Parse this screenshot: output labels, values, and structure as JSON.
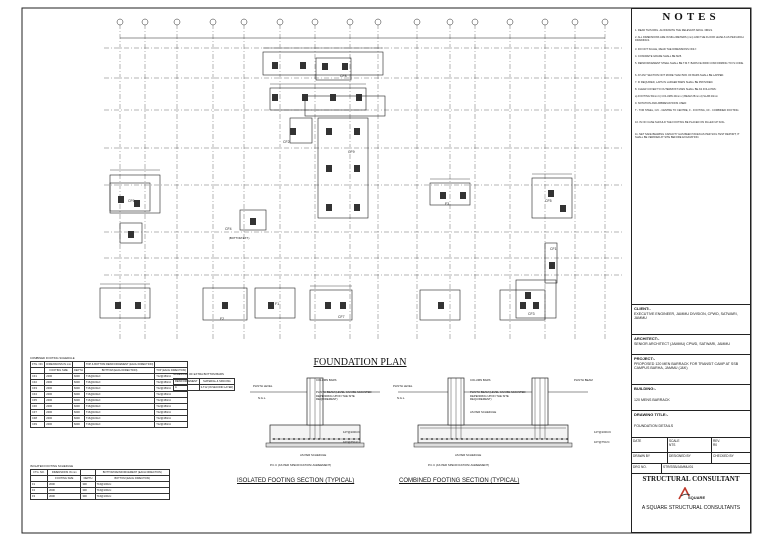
{
  "drawing": {
    "plan_title": "FOUNDATION PLAN",
    "isolated_section_title": "ISOLATED FOOTING SECTION (TYPICAL)",
    "combined_section_title": "COMBINED FOOTING SECTION (TYPICAL)",
    "footing_labels": [
      "CF6",
      "CF2",
      "CF9",
      "CF8",
      "F3",
      "CF5",
      "CF1",
      "CF4",
      "F2",
      "F1",
      "CF7",
      "CF3"
    ],
    "annotation_bottom_ext": "(BOTTOM EXT.)",
    "section_labels": {
      "column_bars": "COLUMN BARS",
      "plinth_level": "PLINTH LEVEL",
      "plinth_beam_note": "PLINTH BEAM (LEVEL CAN BE ADJUSTED DEPENDING UPON THE SITE REQUIREMENT)",
      "plinth_beam": "PLINTH BEAM",
      "ngl": "N.G.L.",
      "as_per_schedule": "AS PER SCHEDULE",
      "pcc": "P.C.C (AS PER SPECIFICATION/ AGREEMENT)",
      "bars_a": "12T@100C/C",
      "bars_b": "10T@75C/C"
    }
  },
  "schedules": {
    "combined_caption": "COMBINED FOOTING SCHEDULE",
    "combined_headers": [
      "FTG. NO.",
      "DIMENSIONS IN mm",
      "",
      "TOP & BOTTOM REINFORCEMENT (EACH DIRECTION)",
      ""
    ],
    "combined_sub": [
      "",
      "FOOTING SIZE",
      "DEPTH",
      "BOTTOM (EACH DIRECTION)",
      "TOP (EACH DIRECTION)"
    ],
    "combined_rows": [
      [
        "CF1",
        "2000",
        "8200",
        "T16@100c/c",
        "T12@150c/c"
      ],
      [
        "CF2",
        "2000",
        "8200",
        "T16@100c/c",
        "T12@150c/c"
      ],
      [
        "CF3",
        "2000",
        "8200",
        "T16@100c/c",
        "T12@150c/c"
      ],
      [
        "CF4",
        "2000",
        "8200",
        "T16@100c/c",
        "T12@150c/c"
      ],
      [
        "CF5",
        "2000",
        "8200",
        "T16@100c/c",
        "T12@150c/c"
      ],
      [
        "CF6",
        "2000",
        "8200",
        "T16@100c/c",
        "T12@150c/c"
      ],
      [
        "CF7",
        "2000",
        "8200",
        "T16@100c/c",
        "T12@150c/c"
      ],
      [
        "CF8",
        "2000",
        "8200",
        "T16@100c/c",
        "T12@150c/c"
      ],
      [
        "CF9",
        "2000",
        "8200",
        "T16@100c/c",
        "T12@150c/c"
      ]
    ],
    "extra_caption": "SCHEDULE OF EXTRA BOTTOM BARS",
    "extra_headers": [
      "REINFORCEMENT",
      "MATERIAL & SPACING"
    ],
    "extra_rows": [
      [
        "A",
        "3-T12 (IN SECOND LAYER)"
      ]
    ],
    "isolated_caption": "ISOLATED FOOTING SCHEDULE",
    "isolated_headers": [
      "FTG. NO.",
      "DIMENSIONS IN mm",
      "",
      "BOTTOM REINFORCEMENT (EACH DIRECTION)"
    ],
    "isolated_sub": [
      "",
      "FOOTING SIZE",
      "DEPTH",
      "BOTTOM (EACH DIRECTION)"
    ],
    "isolated_rows": [
      [
        "F1",
        "2000",
        "300",
        "T16@100c/c"
      ],
      [
        "F2",
        "2000",
        "300",
        "T16@100c/c"
      ],
      [
        "F3",
        "2000",
        "300",
        "T16@100c/c"
      ]
    ]
  },
  "title_block": {
    "notes_title": "NOTES",
    "notes": [
      "1. READ THIS DRG. ALONGWITH THE RELEVANT ARCH. DRGS.",
      "2. ALL DIMENSIONS ARE IN MILLIMETERS (mm) AND THE FLOOR LEVELS AS PER ARCH. DRAWINGS.",
      "3. DO NOT SCALE, READ THE DIMENSIONS ONLY.",
      "4. CONCRETE GRADE SHALL BE M25.",
      "5. REINFORCEMENT STEEL SHALL BE T.M.T. BARS FE-500D CONFORMING TO IS CODE.",
      "6. AT ANY SECTION NOT MORE THAN 50% OF BARS SHALL BE LAPPED.",
      "7. IF REQUIRED, LAPS IN LARGER BARS SHALL BE PROVIDED.",
      "8. CLEAR COVER TO OUTERMOST MAIN SHALL BE AS FOLLOWS:",
      "a) FOOTING 50mm  b) COLUMN 40mm  c) BEAM 25mm  d) SLAB 20mm",
      "9. NOTATION AND ABBREVIATIONS USED:",
      "T - TOR STEEL, C/C - CENTRE TO CENTRE, F - FOOTING, CF - COMBINED FOOTING",
      "10. IN NO CASE SHOULD THE FOOTING BE PLACED ON FILLED UP SOIL.",
      "11. NET SAFE BEARING CAPACITY HAS BEEN TAKEN AS PER SOIL TEST REPORT; IT SHALL BE VERIFIED AT SITE BEFORE EXCAVATION."
    ],
    "client_label": "CLIENT:-",
    "client": "EXECUTIVE ENGINEER, JAMMU DIVISION, CPWD, SATWARI, JAMMU",
    "architect_label": "ARCHITECT:-",
    "architect": "SENIOR ARCHITECT (JAMMU) CPWD, SATWARI, JAMMU",
    "project_label": "PROJECT:-",
    "project": "PROPOSED 120 MEN BARRACK FOR TRANSIT CAMP AT SSB CAMPUS BARHA, JAMMU (J&K)",
    "building_label": "BUILDING:-",
    "building": "120 MENS BARRACK",
    "drawing_title_label": "DRAWING TITLE:-",
    "drawing_title": "FOUNDATION DETAILS",
    "meta": [
      {
        "label": "DATE",
        "value": ""
      },
      {
        "label": "SCALE",
        "value": "NTS"
      },
      {
        "label": "REV.",
        "value": "R0"
      }
    ],
    "drawn_by": "DRAWN BY",
    "designed_by": "DESIGNED BY",
    "checked_by": "CHECKED BY",
    "drg_no_label": "DRG NO.",
    "drg_no": "STR/SSB/JAMMU/01",
    "consultant_heading": "STRUCTURAL CONSULTANT",
    "logo_text": "SQUARE",
    "consultant_name": "A SQUARE STRUCTURAL CONSULTANTS"
  }
}
